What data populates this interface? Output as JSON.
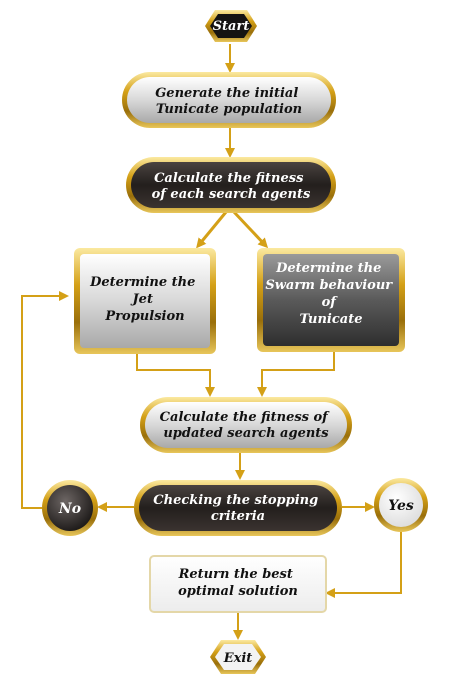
{
  "diagram": {
    "nodes": [
      {
        "id": "start",
        "lines": [
          "Start"
        ]
      },
      {
        "id": "gen-pop",
        "lines": [
          "Generate the initial",
          "Tunicate population"
        ]
      },
      {
        "id": "calc-fitness",
        "lines": [
          "Calculate the fitness",
          "of each search agents"
        ]
      },
      {
        "id": "jet",
        "lines": [
          "Determine the",
          "Jet",
          "Propulsion"
        ]
      },
      {
        "id": "swarm",
        "lines": [
          "Determine the",
          "Swarm behaviour",
          "of",
          "Tunicate"
        ]
      },
      {
        "id": "calc-updated",
        "lines": [
          "Calculate the fitness of",
          "updated search agents"
        ]
      },
      {
        "id": "check",
        "lines": [
          "Checking the stopping",
          "criteria"
        ]
      },
      {
        "id": "no",
        "lines": [
          "No"
        ]
      },
      {
        "id": "yes",
        "lines": [
          "Yes"
        ]
      },
      {
        "id": "return",
        "lines": [
          "Return the best",
          "optimal solution"
        ]
      },
      {
        "id": "exit",
        "lines": [
          "Exit"
        ]
      }
    ]
  },
  "colors": {
    "gold": "#d4a017",
    "gold_light": "#f5d76e",
    "gold_dark": "#9a6f0a",
    "dark_fill": "#2a2522",
    "silver": "#d9d9d9",
    "text_dark": "#111111",
    "text_light": "#ffffff"
  }
}
